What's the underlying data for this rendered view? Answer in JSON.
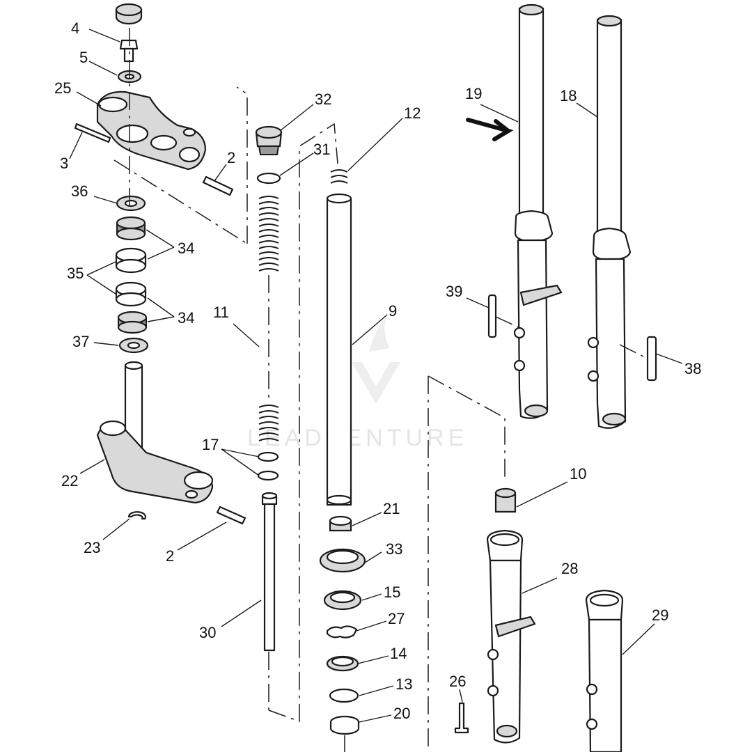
{
  "watermark": "LEADVENTURE",
  "colors": {
    "line": "#1a1a1a",
    "watermark": "#cfcfcf",
    "background": "#ffffff"
  },
  "callouts": {
    "c4": "4",
    "c5": "5",
    "c25": "25",
    "c3": "3",
    "c2a": "2",
    "c36": "36",
    "c34a": "34",
    "c35": "35",
    "c34b": "34",
    "c37": "37",
    "c22": "22",
    "c23": "23",
    "c2b": "2",
    "c32": "32",
    "c31": "31",
    "c11": "11",
    "c17": "17",
    "c30": "30",
    "c12": "12",
    "c9": "9",
    "c21": "21",
    "c33": "33",
    "c15": "15",
    "c27": "27",
    "c14": "14",
    "c13": "13",
    "c20": "20",
    "c19": "19",
    "c18": "18",
    "c39": "39",
    "c38": "38",
    "c10": "10",
    "c28": "28",
    "c29": "29",
    "c26": "26"
  }
}
